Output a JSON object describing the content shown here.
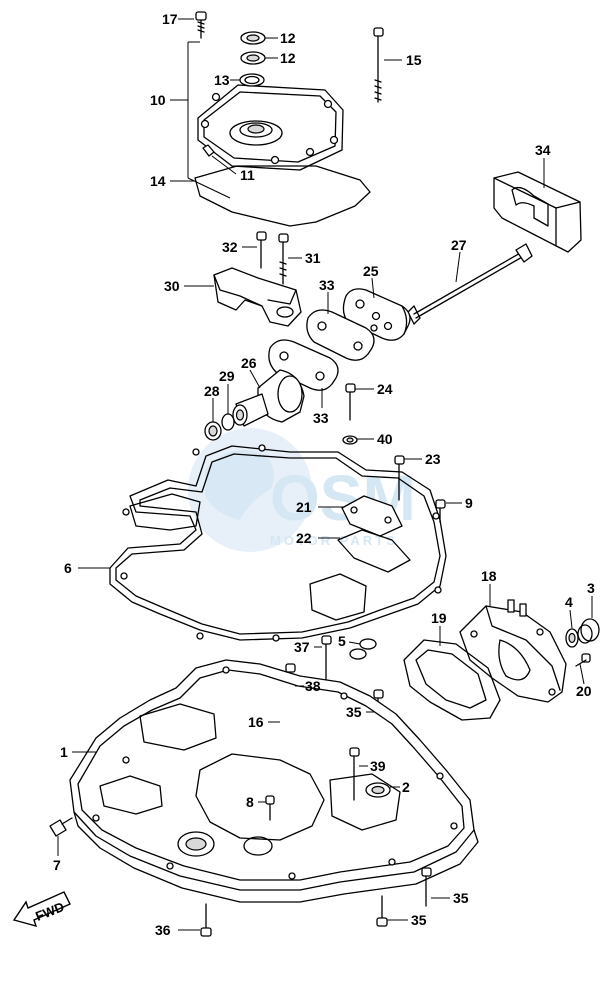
{
  "watermark": {
    "text": "OSM",
    "subtext": "MOTOR PARTS",
    "color": "#cfe3f3"
  },
  "direction_label": "FWD",
  "callouts": [
    {
      "id": "c17",
      "label": "17"
    },
    {
      "id": "c12a",
      "label": "12"
    },
    {
      "id": "c12b",
      "label": "12"
    },
    {
      "id": "c13",
      "label": "13"
    },
    {
      "id": "c10",
      "label": "10"
    },
    {
      "id": "c15",
      "label": "15"
    },
    {
      "id": "c11",
      "label": "11"
    },
    {
      "id": "c14",
      "label": "14"
    },
    {
      "id": "c34",
      "label": "34"
    },
    {
      "id": "c32",
      "label": "32"
    },
    {
      "id": "c31",
      "label": "31"
    },
    {
      "id": "c27",
      "label": "27"
    },
    {
      "id": "c30",
      "label": "30"
    },
    {
      "id": "c25",
      "label": "25"
    },
    {
      "id": "c33a",
      "label": "33"
    },
    {
      "id": "c26",
      "label": "26"
    },
    {
      "id": "c29",
      "label": "29"
    },
    {
      "id": "c28",
      "label": "28"
    },
    {
      "id": "c24",
      "label": "24"
    },
    {
      "id": "c33b",
      "label": "33"
    },
    {
      "id": "c40",
      "label": "40"
    },
    {
      "id": "c23",
      "label": "23"
    },
    {
      "id": "c21",
      "label": "21"
    },
    {
      "id": "c9",
      "label": "9"
    },
    {
      "id": "c22",
      "label": "22"
    },
    {
      "id": "c6",
      "label": "6"
    },
    {
      "id": "c18",
      "label": "18"
    },
    {
      "id": "c3",
      "label": "3"
    },
    {
      "id": "c4",
      "label": "4"
    },
    {
      "id": "c19",
      "label": "19"
    },
    {
      "id": "c5",
      "label": "5"
    },
    {
      "id": "c37",
      "label": "37"
    },
    {
      "id": "c38",
      "label": "38"
    },
    {
      "id": "c20",
      "label": "20"
    },
    {
      "id": "c35a",
      "label": "35"
    },
    {
      "id": "c16",
      "label": "16"
    },
    {
      "id": "c1",
      "label": "1"
    },
    {
      "id": "c39",
      "label": "39"
    },
    {
      "id": "c2",
      "label": "2"
    },
    {
      "id": "c8",
      "label": "8"
    },
    {
      "id": "c7",
      "label": "7"
    },
    {
      "id": "c35b",
      "label": "35"
    },
    {
      "id": "c36",
      "label": "36"
    },
    {
      "id": "c35c",
      "label": "35"
    }
  ]
}
